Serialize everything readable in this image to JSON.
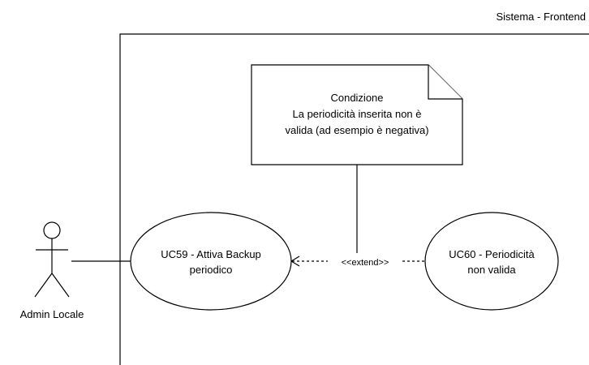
{
  "system": {
    "title": "Sistema - Frontend"
  },
  "actor": {
    "name": "Admin Locale"
  },
  "use_cases": [
    {
      "lines": [
        "UC59 - Attiva Backup",
        "periodico"
      ]
    },
    {
      "lines": [
        "UC60 - Periodicità",
        "non valida"
      ]
    }
  ],
  "note": {
    "lines": [
      "Condizione",
      "La periodicità inserita non è",
      "valida (ad esempio è negativa)"
    ]
  },
  "relation": {
    "label": "<<extend>>"
  }
}
